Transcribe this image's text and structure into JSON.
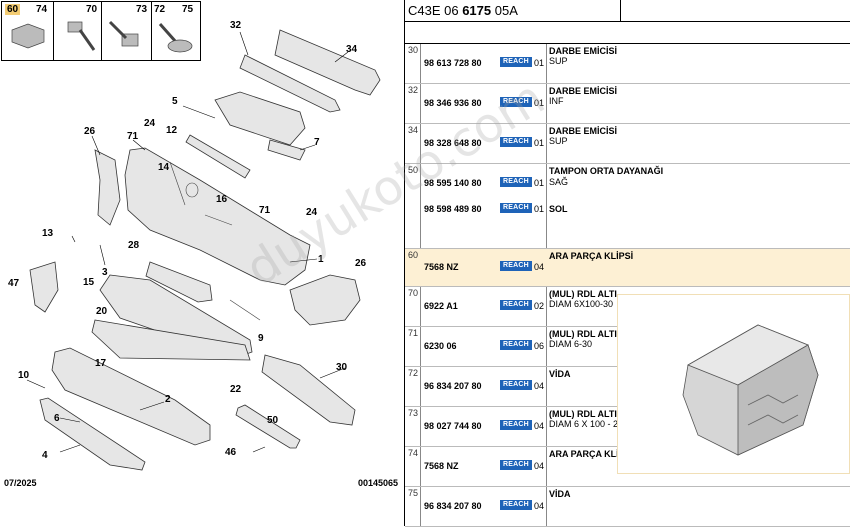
{
  "thumbnails": [
    {
      "num": "60",
      "highlighted": true
    },
    {
      "num": "74"
    },
    {
      "num": "70"
    },
    {
      "num": "73"
    },
    {
      "num": "72"
    },
    {
      "num": "75"
    }
  ],
  "callouts": [
    "32",
    "34",
    "5",
    "7",
    "26",
    "71",
    "24",
    "12",
    "14",
    "16",
    "13",
    "71",
    "24",
    "28",
    "1",
    "3",
    "47",
    "15",
    "26",
    "20",
    "9",
    "17",
    "10",
    "2",
    "22",
    "30",
    "6",
    "50",
    "4",
    "46"
  ],
  "footer": {
    "date": "07/2025",
    "ref": "00145065"
  },
  "header": {
    "prefix": "C43E 06 ",
    "bold": "6175",
    "suffix": " 05A"
  },
  "reach_label": "REACH",
  "rows": [
    {
      "num": "30",
      "parts": [
        {
          "no": "98 613 728 80",
          "qty": "01"
        }
      ],
      "name": "DARBE EMİCİSİ",
      "desc": "SUP"
    },
    {
      "num": "32",
      "parts": [
        {
          "no": "98 346 936 80",
          "qty": "01"
        }
      ],
      "name": "DARBE EMİCİSİ",
      "desc": "INF"
    },
    {
      "num": "34",
      "parts": [
        {
          "no": "98 328 648 80",
          "qty": "01"
        }
      ],
      "name": "DARBE EMİCİSİ",
      "desc": "SUP"
    },
    {
      "num": "50",
      "parts": [
        {
          "no": "98 595 140 80",
          "qty": "01"
        },
        {
          "no": "98 598 489 80",
          "qty": "01"
        }
      ],
      "name": "TAMPON ORTA DAYANAĞI",
      "desc": "SAĞ",
      "desc2": "SOL"
    },
    {
      "num": "60",
      "parts": [
        {
          "no": "7568 NZ",
          "qty": "04"
        }
      ],
      "name": "ARA PARÇA KLİPSİ",
      "desc": "",
      "highlight": true
    },
    {
      "num": "70",
      "parts": [
        {
          "no": "6922 A1",
          "qty": "02"
        }
      ],
      "name": "(MUL) RDL ALTI",
      "desc": "DIAM 6X100-30"
    },
    {
      "num": "71",
      "parts": [
        {
          "no": "6230 06",
          "qty": "06"
        }
      ],
      "name": "(MUL) RDL ALTI",
      "desc": "DIAM 6-30"
    },
    {
      "num": "72",
      "parts": [
        {
          "no": "96 834 207 80",
          "qty": "04"
        }
      ],
      "name": "VİDA",
      "desc": ""
    },
    {
      "num": "73",
      "parts": [
        {
          "no": "98 027 744 80",
          "qty": "04"
        }
      ],
      "name": "(MUL) RDL ALTI",
      "desc": "DIAM 6 X 100 - 2"
    },
    {
      "num": "74",
      "parts": [
        {
          "no": "7568 NZ",
          "qty": "04"
        }
      ],
      "name": "ARA PARÇA KLİ",
      "desc": ""
    },
    {
      "num": "75",
      "parts": [
        {
          "no": "96 834 207 80",
          "qty": "04"
        }
      ],
      "name": "VİDA",
      "desc": ""
    }
  ],
  "watermark": "duyukoto.com"
}
